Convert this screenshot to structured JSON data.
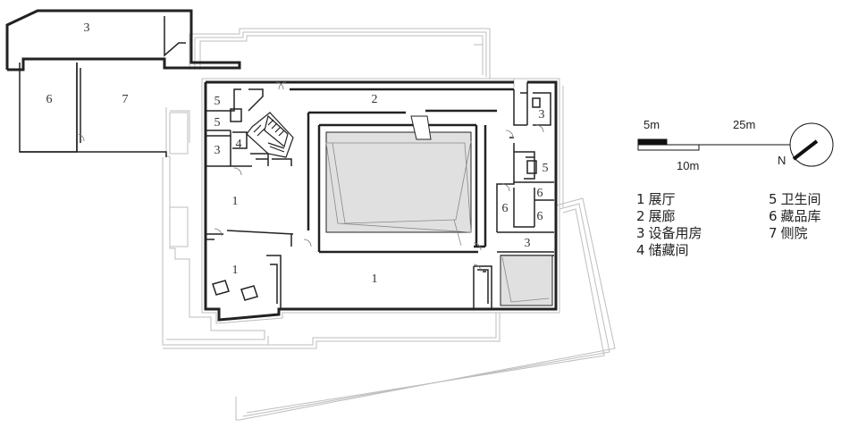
{
  "room_labels": {
    "side_hall_room": "3",
    "storage_nw": "6",
    "courtyard": "7",
    "corridor": "2",
    "toilet_a": "5",
    "toilet_b": "5",
    "equip_w": "3",
    "storage_4": "4",
    "hall_w": "1",
    "hall_sw": "1",
    "hall_s": "1",
    "equip_ne": "3",
    "toilet_e": "5",
    "coll_e1": "6",
    "coll_e2": "6",
    "coll_e3": "6",
    "equip_se": "3"
  },
  "scale_bar": {
    "label_5m": "5m",
    "label_10m": "10m",
    "label_25m": "25m"
  },
  "north_arrow": {
    "label": "N"
  },
  "legend": [
    {
      "num": "1",
      "text": "展厅"
    },
    {
      "num": "2",
      "text": "展廊"
    },
    {
      "num": "3",
      "text": "设备用房"
    },
    {
      "num": "4",
      "text": "储藏间"
    },
    {
      "num": "5",
      "text": "卫生间"
    },
    {
      "num": "6",
      "text": "藏品库"
    },
    {
      "num": "7",
      "text": "侧院"
    }
  ],
  "colors": {
    "wall": "#222222",
    "outline": "#bdbdbd",
    "void_fill": "#e0e0e0"
  }
}
